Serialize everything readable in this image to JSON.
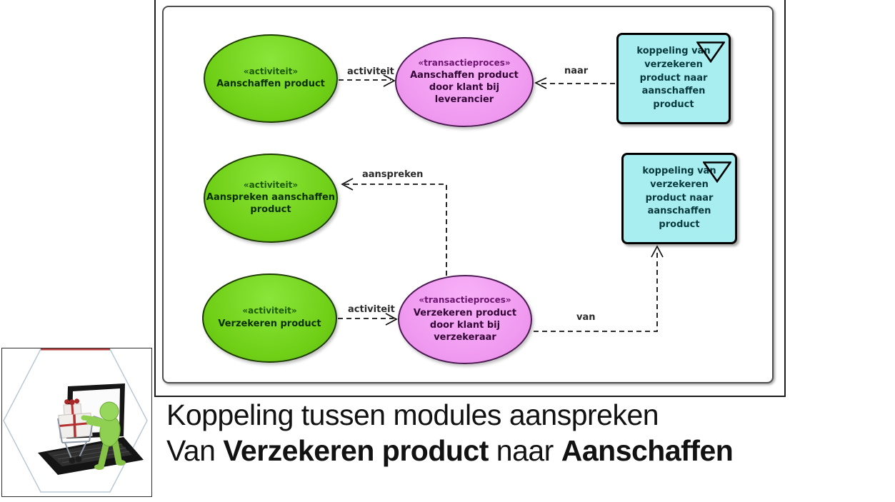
{
  "diagram": {
    "nodes": {
      "activity_aanschaffen": {
        "stereotype": "«activiteit»",
        "name": "Aanschaffen product"
      },
      "process_aanschaffen": {
        "stereotype": "«transactieproces»",
        "name": "Aanschaffen product\ndoor klant bij\nleverancier"
      },
      "koppeling_top": {
        "name": "koppeling van\nverzekeren\nproduct naar\naanschaffen\nproduct",
        "icon": "triangle-down"
      },
      "activity_aanspreken": {
        "stereotype": "«activiteit»",
        "name": "Aanspreken aanschaffen\nproduct"
      },
      "koppeling_bottom": {
        "name": "koppeling van\nverzekeren\nproduct naar\naanschaffen\nproduct",
        "icon": "triangle-down"
      },
      "activity_verzekeren": {
        "stereotype": "«activiteit»",
        "name": "Verzekeren product"
      },
      "process_verzekeren": {
        "stereotype": "«transactieproces»",
        "name": "Verzekeren product\ndoor klant bij\nverzekeraar"
      }
    },
    "connectors": [
      {
        "label": "activiteit",
        "from": "Aanschaffen product",
        "to": "Aanschaffen product door klant bij leverancier",
        "style": "dashed-open-arrow"
      },
      {
        "label": "naar",
        "from": "koppeling van verzekeren product naar aanschaffen product",
        "to": "Aanschaffen product door klant bij leverancier",
        "style": "dashed-open-arrow"
      },
      {
        "label": "aanspreken",
        "from": "Verzekeren product door klant bij verzekeraar",
        "to": "Aanspreken aanschaffen product",
        "style": "dashed-open-arrow"
      },
      {
        "label": "activiteit",
        "from": "Verzekeren product",
        "to": "Verzekeren product door klant bij verzekeraar",
        "style": "dashed-open-arrow"
      },
      {
        "label": "van",
        "from": "Verzekeren product door klant bij verzekeraar",
        "to": "koppeling van verzekeren product naar aanschaffen product",
        "style": "dashed-open-arrow"
      }
    ],
    "colors": {
      "activity_fill": "#70cf17",
      "process_fill": "#f09af0",
      "koppeling_fill": "#a8eef1",
      "line": "#111111"
    }
  },
  "caption": {
    "line1": "Koppeling tussen modules aanspreken",
    "line2": {
      "part1": "Van",
      "bold1": "Verzekeren product",
      "part2": "naar",
      "bold2": "Aanschaffen"
    }
  },
  "thumbnail": {
    "icon": "person-pushing-shopping-cart-into-laptop"
  }
}
